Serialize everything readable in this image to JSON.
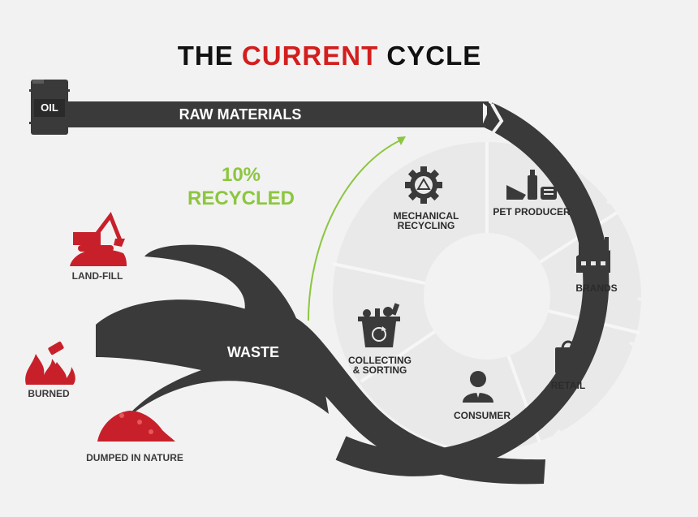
{
  "title": {
    "part1": "THE",
    "part2": "CURRENT",
    "part3": "CYCLE"
  },
  "colors": {
    "dark": "#3a3a3a",
    "accent_red": "#d31e1e",
    "icon_red": "#c8202a",
    "recycled_green": "#8cc63f",
    "segment_light": "#e9e9e9",
    "background": "#f2f2f2"
  },
  "oil_label": "OIL",
  "raw_materials": "RAW MATERIALS",
  "recycled": {
    "line1": "10%",
    "line2": "RECYCLED"
  },
  "waste_label": "WASTE",
  "cycle_segments": [
    {
      "label_line1": "PET PRODUCER",
      "label_line2": "",
      "icon": "bottle-icon"
    },
    {
      "label_line1": "BRANDS",
      "label_line2": "",
      "icon": "factory-icon"
    },
    {
      "label_line1": "RETAIL",
      "label_line2": "",
      "icon": "shopping-bag-icon"
    },
    {
      "label_line1": "CONSUMER",
      "label_line2": "",
      "icon": "person-icon"
    },
    {
      "label_line1": "COLLECTING",
      "label_line2": "& SORTING",
      "icon": "recycle-bin-icon"
    },
    {
      "label_line1": "MECHANICAL",
      "label_line2": "RECYCLING",
      "icon": "gear-recycle-icon"
    }
  ],
  "waste_outcomes": [
    {
      "label": "LAND-FILL",
      "icon": "excavator-icon"
    },
    {
      "label": "BURNED",
      "icon": "fire-icon"
    },
    {
      "label": "DUMPED IN NATURE",
      "icon": "debris-pile-icon"
    }
  ]
}
